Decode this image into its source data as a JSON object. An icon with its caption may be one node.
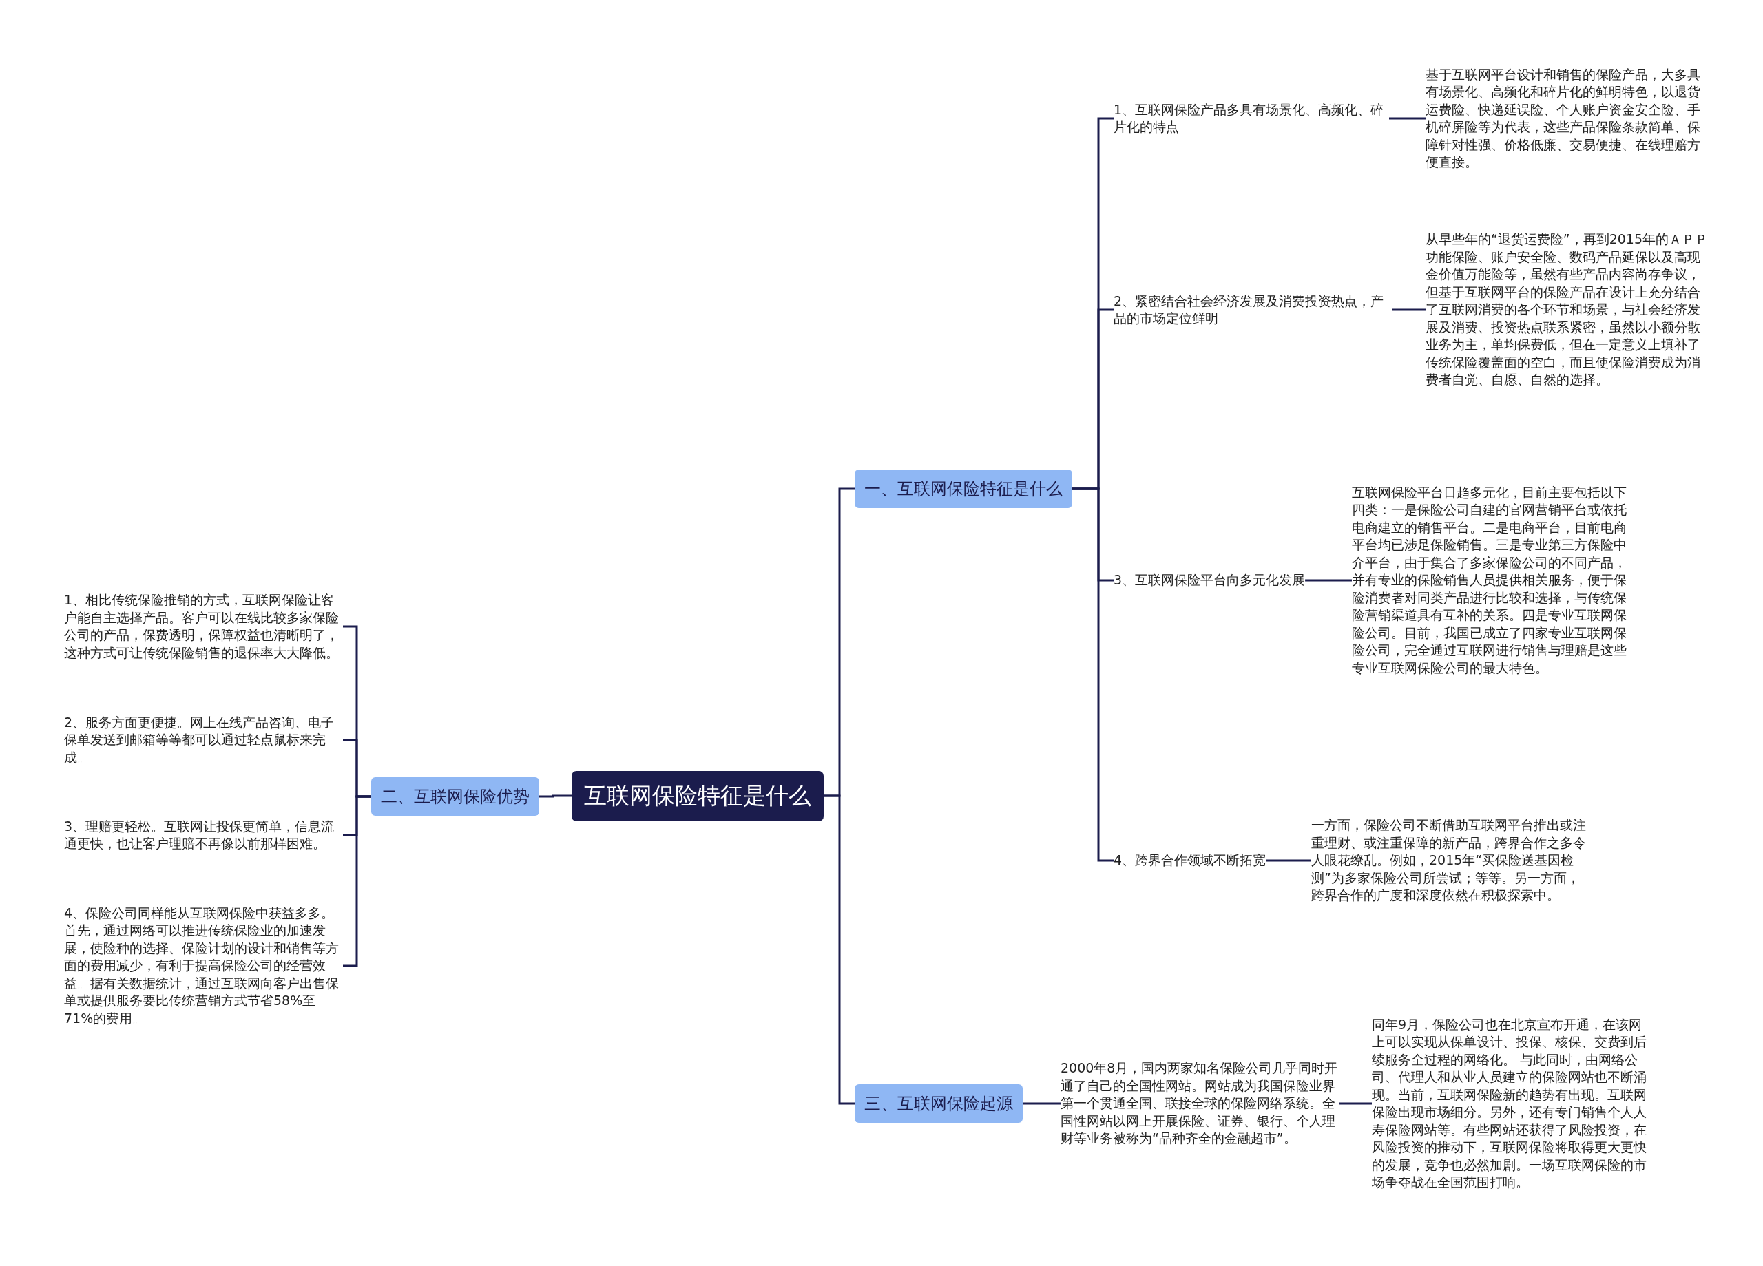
{
  "diagram": {
    "nodes": [
      {
        "text": [
          "互联网保险特征是什么"
        ]
      },
      {
        "text": [
          "一、互联网保险特征是什么"
        ]
      },
      {
        "text": [
          "1、互联网保险产品多具有场景化、高频化、碎片化的特点"
        ]
      },
      {
        "text": [
          "基于互联网平台设计和销售的保险产品，大多具有场景化、高频化和碎片化的鲜明特色，以退货运费险、快递延误险、个人账户资金安全险、手机碎屏险等为代表，这些产品保险条款简单、保障针对性强、价格低廉、交易便捷、在线理赔方便直接。"
        ]
      },
      {
        "text": [
          "2、紧密结合社会经济发展及消费投资热点，产品的市场定位鲜明"
        ]
      },
      {
        "text": [
          "从早些年的“退货运费险”，再到2015年的ＡＰＰ功能保险、账户安全险、数码产品延保以及高现金价值万能险等，虽然有些产品内容尚存争议，但基于互联网平台的保险产品在设计上充分结合了互联网消费的各个环节和场景，与社会经济发展及消费、投资热点联系紧密，虽然以小额分散业务为主，单均保费低，但在一定意义上填补了传统保险覆盖面的空白，而且使保险消费成为消费者自觉、自愿、自然的选择。"
        ]
      },
      {
        "text": [
          "3、互联网保险平台向多元化发展"
        ]
      },
      {
        "text": [
          "互联网保险平台日趋多元化，目前主要包括以下四类：一是保险公司自建的官网营销平台或依托电商建立的销售平台。二是电商平台，目前电商平台均已涉足保险销售。三是专业第三方保险中介平台，由于集合了多家保险公司的不同产品，并有专业的保险销售人员提供相关服务，便于保险消费者对同类产品进行比较和选择，与传统保险营销渠道具有互补的关系。四是专业互联网保险公司。目前，我国已成立了四家专业互联网保险公司，完全通过互联网进行销售与理赔是这些专业互联网保险公司的最大特色。"
        ]
      },
      {
        "text": [
          "4、跨界合作领域不断拓宽"
        ]
      },
      {
        "text": [
          "一方面，保险公司不断借助互联网平台推出或注重理财、或注重保障的新产品，跨界合作之多令人眼花缭乱。例如，2015年“买保险送基因检测”为多家保险公司所尝试；等等。另一方面，跨界合作的广度和深度依然在积极探索中。"
        ]
      },
      {
        "text": [
          "二、互联网保险优势"
        ]
      },
      {
        "text": [
          "1、相比传统保险推销的方式，互联网保险让客户能自主选择产品。客户可以在线比较多家保险公司的产品，保费透明，保障权益也清晰明了，这种方式可让传统保险销售的退保率大大降低。"
        ]
      },
      {
        "text": [
          "2、服务方面更便捷。网上在线产品咨询、电子保单发送到邮箱等等都可以通过轻点鼠标来完成。"
        ]
      },
      {
        "text": [
          "3、理赔更轻松。互联网让投保更简单，信息流通更快，也让客户理赔不再像以前那样困难。"
        ]
      },
      {
        "text": [
          "4、保险公司同样能从互联网保险中获益多多。首先，通过网络可以推进传统保险业的加速发展，使险种的选择、保险计划的设计和销售等方面的费用减少，有利于提高保险公司的经营效益。据有关数据统计，通过互联网向客户出售保单或提供服务要比传统营销方式节省58%至71%的费用。"
        ]
      },
      {
        "text": [
          "三、互联网保险起源"
        ]
      },
      {
        "text": [
          "2000年8月，国内两家知名保险公司几乎同时开通了自己的全国性网站。网站成为我国保险业界第一个贯通全国、联接全球的保险网络系统。全国性网站以网上开展保险、证券、银行、个人理财等业务被称为“品种齐全的金融超市”。"
        ]
      },
      {
        "text": [
          "同年9月，保险公司也在北京宣布开通，在该网上可以实现从保单设计、投保、核保、交费到后续服务全过程的网络化。 与此同时，由网络公司、代理人和从业人员建立的保险网站也不断涌现。当前，互联网保险新的趋势有出现。互联网保险出现市场细分。另外，还有专门销售个人人寿保险网站等。有些网站还获得了风险投资，在风险投资的推动下，互联网保险将取得更大更快的发展，竞争也必然加剧。一场互联网保险的市场争夺战在全国范围打响。"
        ]
      }
    ],
    "edges": [
      {
        "from": 0,
        "to": 1,
        "arrow": "none"
      },
      {
        "from": 1,
        "to": 2,
        "arrow": "none"
      },
      {
        "from": 2,
        "to": 3,
        "arrow": "none"
      },
      {
        "from": 1,
        "to": 4,
        "arrow": "none"
      },
      {
        "from": 4,
        "to": 5,
        "arrow": "none"
      },
      {
        "from": 1,
        "to": 6,
        "arrow": "none"
      },
      {
        "from": 6,
        "to": 7,
        "arrow": "none"
      },
      {
        "from": 1,
        "to": 8,
        "arrow": "none"
      },
      {
        "from": 8,
        "to": 9,
        "arrow": "none"
      },
      {
        "from": 0,
        "to": 10,
        "arrow": "none"
      },
      {
        "from": 10,
        "to": 11,
        "arrow": "none"
      },
      {
        "from": 10,
        "to": 12,
        "arrow": "none"
      },
      {
        "from": 10,
        "to": 13,
        "arrow": "none"
      },
      {
        "from": 10,
        "to": 14,
        "arrow": "none"
      },
      {
        "from": 0,
        "to": 15,
        "arrow": "none"
      },
      {
        "from": 15,
        "to": 16,
        "arrow": "none"
      },
      {
        "from": 16,
        "to": 17,
        "arrow": "none"
      }
    ]
  }
}
